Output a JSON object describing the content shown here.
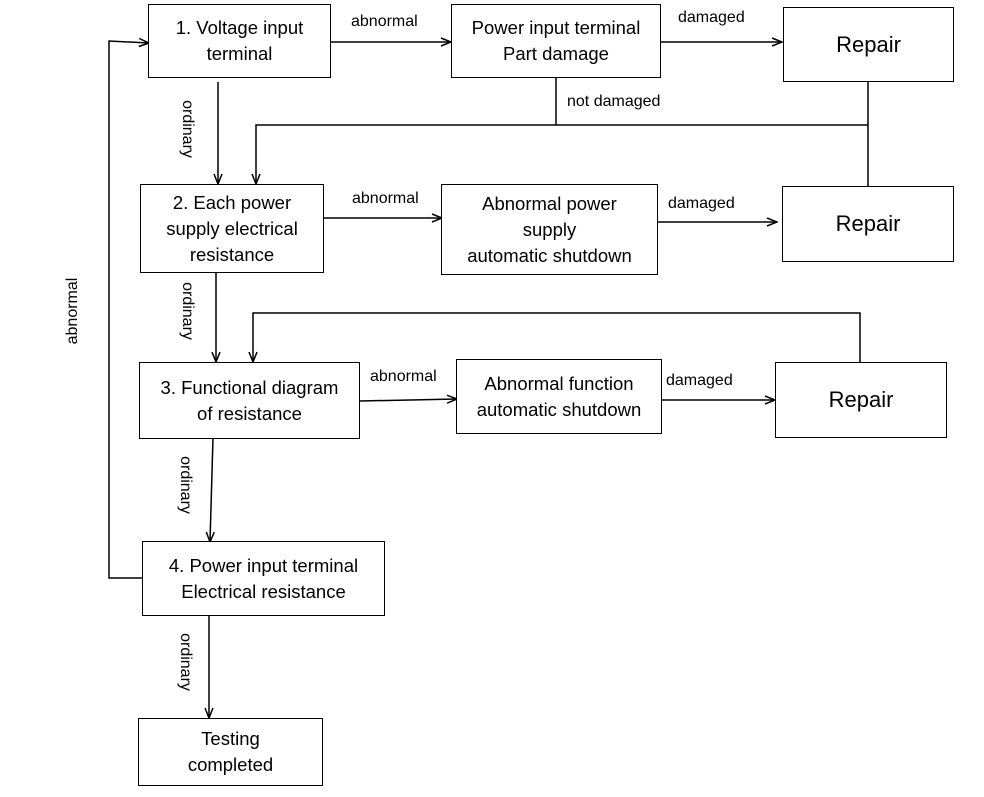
{
  "steps": {
    "voltage_input": "1.  Voltage input\nterminal",
    "power_supply_resistance": "2. Each power\nsupply electrical\nresistance",
    "functional_diagram": "3. Functional diagram\nof resistance",
    "power_input_resistance": "4.  Power input terminal\nElectrical resistance",
    "testing_completed": "Testing\ncompleted"
  },
  "checks": {
    "power_input_part_damage": "Power input terminal\nPart damage",
    "abnormal_power_supply": "Abnormal power\nsupply\nautomatic shutdown",
    "abnormal_function": "Abnormal function\nautomatic shutdown"
  },
  "repair": {
    "repair_1": "Repair",
    "repair_2": "Repair",
    "repair_3": "Repair"
  },
  "edge_labels": {
    "abnormal_1": "abnormal",
    "abnormal_2": "abnormal",
    "abnormal_3": "abnormal",
    "damaged_1": "damaged",
    "damaged_2": "damaged",
    "damaged_3": "damaged",
    "not_damaged": "not damaged",
    "ordinary_1": "ordinary",
    "ordinary_2": "ordinary",
    "ordinary_3": "ordinary",
    "ordinary_4": "ordinary",
    "abnormal_loop": "abnormal"
  }
}
